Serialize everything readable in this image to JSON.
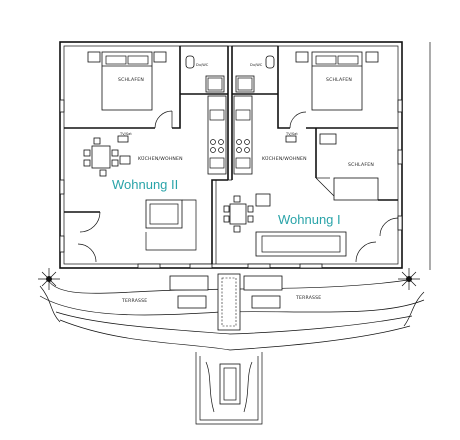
{
  "floor_plan": {
    "units": [
      {
        "name": "Wohnung II"
      },
      {
        "name": "Wohnung I"
      }
    ],
    "rooms": {
      "left_bedroom": "SCHLAFEN",
      "right_bedroom": "SCHLAFEN",
      "right_second_bedroom": "SCHLAFEN",
      "left_living": "KÜCHEN/WOHNEN",
      "right_living": "KÜCHEN/WOHNEN",
      "left_bath": "Du/WC",
      "right_bath": "Du/WC",
      "left_tv": "TV/Sat",
      "right_tv": "TV/Sat",
      "left_terrace": "TERRASSE",
      "right_terrace": "TERRASSE"
    }
  }
}
